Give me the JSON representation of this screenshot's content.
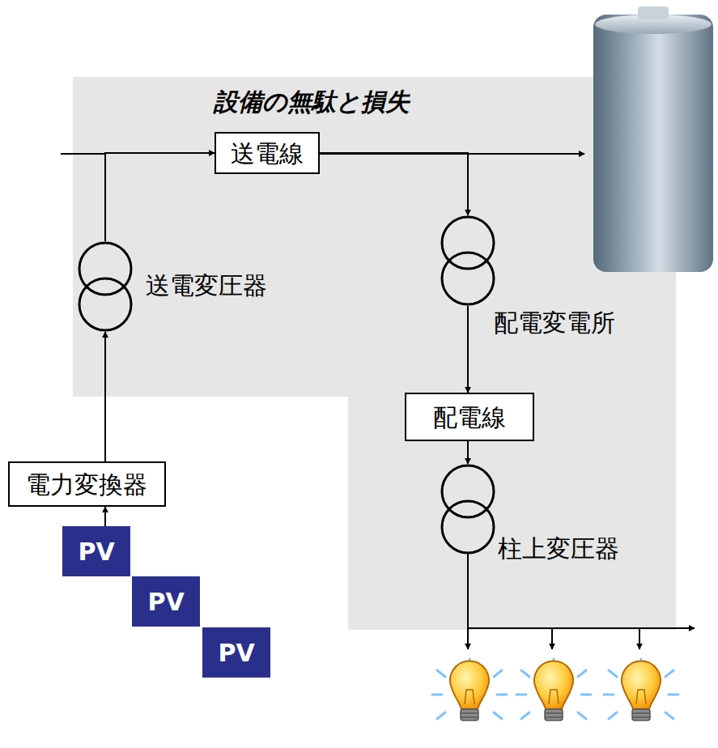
{
  "diagram": {
    "nodes": [
      {
        "text": [
          "送電線"
        ]
      },
      {
        "text": [
          "送電変圧器"
        ]
      },
      {
        "text": [
          "配電変電所"
        ]
      },
      {
        "text": [
          "配電線"
        ]
      },
      {
        "text": [
          "電力変換器"
        ]
      },
      {
        "text": [
          "柱上変圧器"
        ]
      },
      {
        "text": [
          "PV"
        ]
      },
      {
        "text": [
          "PV"
        ]
      },
      {
        "text": [
          "PV"
        ]
      }
    ],
    "edges": [
      {
        "from": 6,
        "to": 4,
        "arrow": "to"
      },
      {
        "from": 4,
        "to": 1,
        "arrow": "to"
      },
      {
        "from": 1,
        "to": 0,
        "arrow": "to"
      },
      {
        "from": 0,
        "to": 2,
        "arrow": "to"
      },
      {
        "from": 2,
        "to": 3,
        "arrow": "to"
      },
      {
        "from": 3,
        "to": 5,
        "arrow": "to"
      }
    ],
    "labels": [
      "設備の無駄と損失"
    ]
  }
}
